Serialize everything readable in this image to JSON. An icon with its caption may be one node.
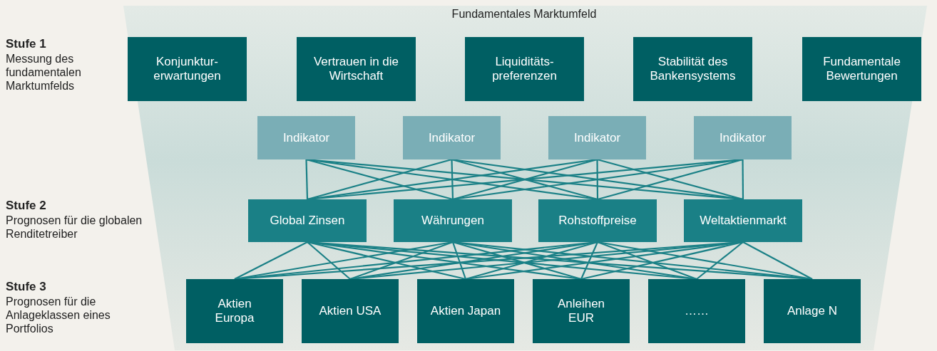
{
  "diagram": {
    "nodes": [
      {
        "text": [
          "Konjunktur- erwartungen"
        ]
      },
      {
        "text": [
          "Vertrauen in die Wirtschaft"
        ]
      },
      {
        "text": [
          "Liquiditäts- preferenzen"
        ]
      },
      {
        "text": [
          "Stabilität des Bankensystems"
        ]
      },
      {
        "text": [
          "Fundamentale Bewertungen"
        ]
      },
      {
        "text": [
          "Indikator"
        ]
      },
      {
        "text": [
          "Indikator"
        ]
      },
      {
        "text": [
          "Indikator"
        ]
      },
      {
        "text": [
          "Indikator"
        ]
      },
      {
        "text": [
          "Global Zinsen"
        ]
      },
      {
        "text": [
          "Währungen"
        ]
      },
      {
        "text": [
          "Rohstoffpreise"
        ]
      },
      {
        "text": [
          "Weltaktienmarkt"
        ]
      },
      {
        "text": [
          "Aktien Europa"
        ]
      },
      {
        "text": [
          "Aktien USA"
        ]
      },
      {
        "text": [
          "Aktien Japan"
        ]
      },
      {
        "text": [
          "Anleihen EUR"
        ]
      },
      {
        "text": [
          "……"
        ]
      },
      {
        "text": [
          "Anlage N"
        ]
      }
    ],
    "edges": [
      {
        "from": 5,
        "to": 9,
        "arrow": "none"
      },
      {
        "from": 5,
        "to": 10,
        "arrow": "none"
      },
      {
        "from": 5,
        "to": 11,
        "arrow": "none"
      },
      {
        "from": 5,
        "to": 12,
        "arrow": "none"
      },
      {
        "from": 6,
        "to": 9,
        "arrow": "none"
      },
      {
        "from": 6,
        "to": 10,
        "arrow": "none"
      },
      {
        "from": 6,
        "to": 11,
        "arrow": "none"
      },
      {
        "from": 6,
        "to": 12,
        "arrow": "none"
      },
      {
        "from": 7,
        "to": 9,
        "arrow": "none"
      },
      {
        "from": 7,
        "to": 10,
        "arrow": "none"
      },
      {
        "from": 7,
        "to": 11,
        "arrow": "none"
      },
      {
        "from": 7,
        "to": 12,
        "arrow": "none"
      },
      {
        "from": 8,
        "to": 9,
        "arrow": "none"
      },
      {
        "from": 8,
        "to": 10,
        "arrow": "none"
      },
      {
        "from": 8,
        "to": 11,
        "arrow": "none"
      },
      {
        "from": 8,
        "to": 12,
        "arrow": "none"
      },
      {
        "from": 9,
        "to": 13,
        "arrow": "none"
      },
      {
        "from": 9,
        "to": 14,
        "arrow": "none"
      },
      {
        "from": 9,
        "to": 15,
        "arrow": "none"
      },
      {
        "from": 9,
        "to": 16,
        "arrow": "none"
      },
      {
        "from": 9,
        "to": 17,
        "arrow": "none"
      },
      {
        "from": 9,
        "to": 18,
        "arrow": "none"
      },
      {
        "from": 10,
        "to": 13,
        "arrow": "none"
      },
      {
        "from": 10,
        "to": 14,
        "arrow": "none"
      },
      {
        "from": 10,
        "to": 15,
        "arrow": "none"
      },
      {
        "from": 10,
        "to": 16,
        "arrow": "none"
      },
      {
        "from": 10,
        "to": 17,
        "arrow": "none"
      },
      {
        "from": 10,
        "to": 18,
        "arrow": "none"
      },
      {
        "from": 11,
        "to": 13,
        "arrow": "none"
      },
      {
        "from": 11,
        "to": 14,
        "arrow": "none"
      },
      {
        "from": 11,
        "to": 15,
        "arrow": "none"
      },
      {
        "from": 11,
        "to": 16,
        "arrow": "none"
      },
      {
        "from": 11,
        "to": 17,
        "arrow": "none"
      },
      {
        "from": 11,
        "to": 18,
        "arrow": "none"
      },
      {
        "from": 12,
        "to": 13,
        "arrow": "none"
      },
      {
        "from": 12,
        "to": 14,
        "arrow": "none"
      },
      {
        "from": 12,
        "to": 15,
        "arrow": "none"
      },
      {
        "from": 12,
        "to": 16,
        "arrow": "none"
      },
      {
        "from": 12,
        "to": 17,
        "arrow": "none"
      },
      {
        "from": 12,
        "to": 18,
        "arrow": "none"
      }
    ],
    "labels": [
      "Fundamentales Marktumfeld",
      "Stufe 1",
      "Messung des fundamentalen Marktumfelds",
      "Stufe 2",
      "Prognosen für die globalen Renditetreiber",
      "Stufe 3",
      "Prognosen für die Anlageklassen eines Portfolios"
    ]
  }
}
